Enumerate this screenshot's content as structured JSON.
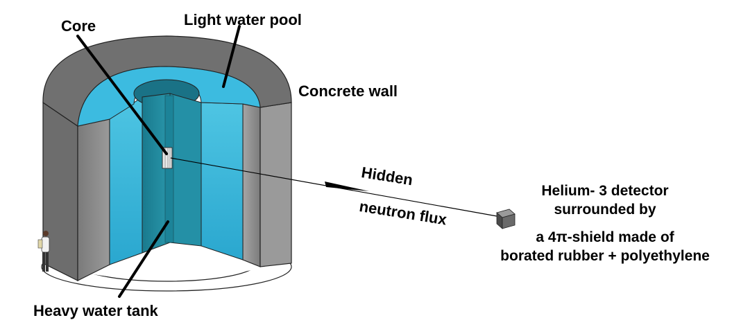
{
  "labels": {
    "core": "Core",
    "light_water_pool": "Light water pool",
    "concrete_wall": "Concrete wall",
    "heavy_water_tank": "Heavy water tank",
    "hidden": "Hidden",
    "neutron_flux": "neutron flux"
  },
  "detector": {
    "line1": "Helium- 3 detector",
    "line2": "surrounded by",
    "line3": "a 4π-shield made of",
    "line4": "borated rubber + polyethylene"
  },
  "colors": {
    "concrete_top": "#6e6e6e",
    "concrete_side": "#8c8c8c",
    "light_water": "#5fd0e8",
    "heavy_water": "#1f8a9e",
    "core": "#e8e8e8"
  }
}
